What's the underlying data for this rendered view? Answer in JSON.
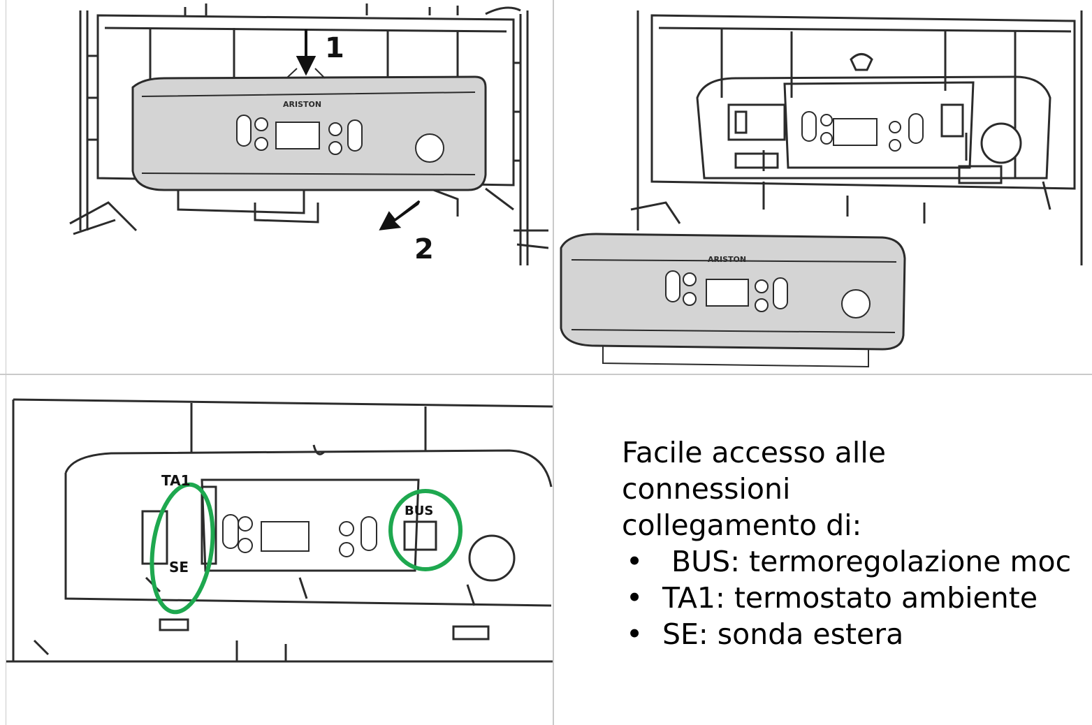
{
  "steps": [
    {
      "marker": "1"
    },
    {
      "marker": "2"
    }
  ],
  "connectors": [
    {
      "name": "TA1",
      "color": "#1ea84f"
    },
    {
      "name": "SE"
    },
    {
      "name": "BUS",
      "color": "#1ea84f"
    }
  ],
  "panel": {
    "brand": "ARISTON"
  },
  "description": {
    "intro": "Facile accesso alle connessioni collegamento di:",
    "bullet_symbol": "•",
    "items": [
      " BUS: termoregolazione moc",
      "TA1: termostato ambiente",
      "SE: sonda estera"
    ]
  },
  "colors": {
    "line": "#2b2b2b",
    "panel_fill": "#d4d4d4",
    "grid": "#c9c9c9",
    "highlight": "#1ea84f"
  }
}
